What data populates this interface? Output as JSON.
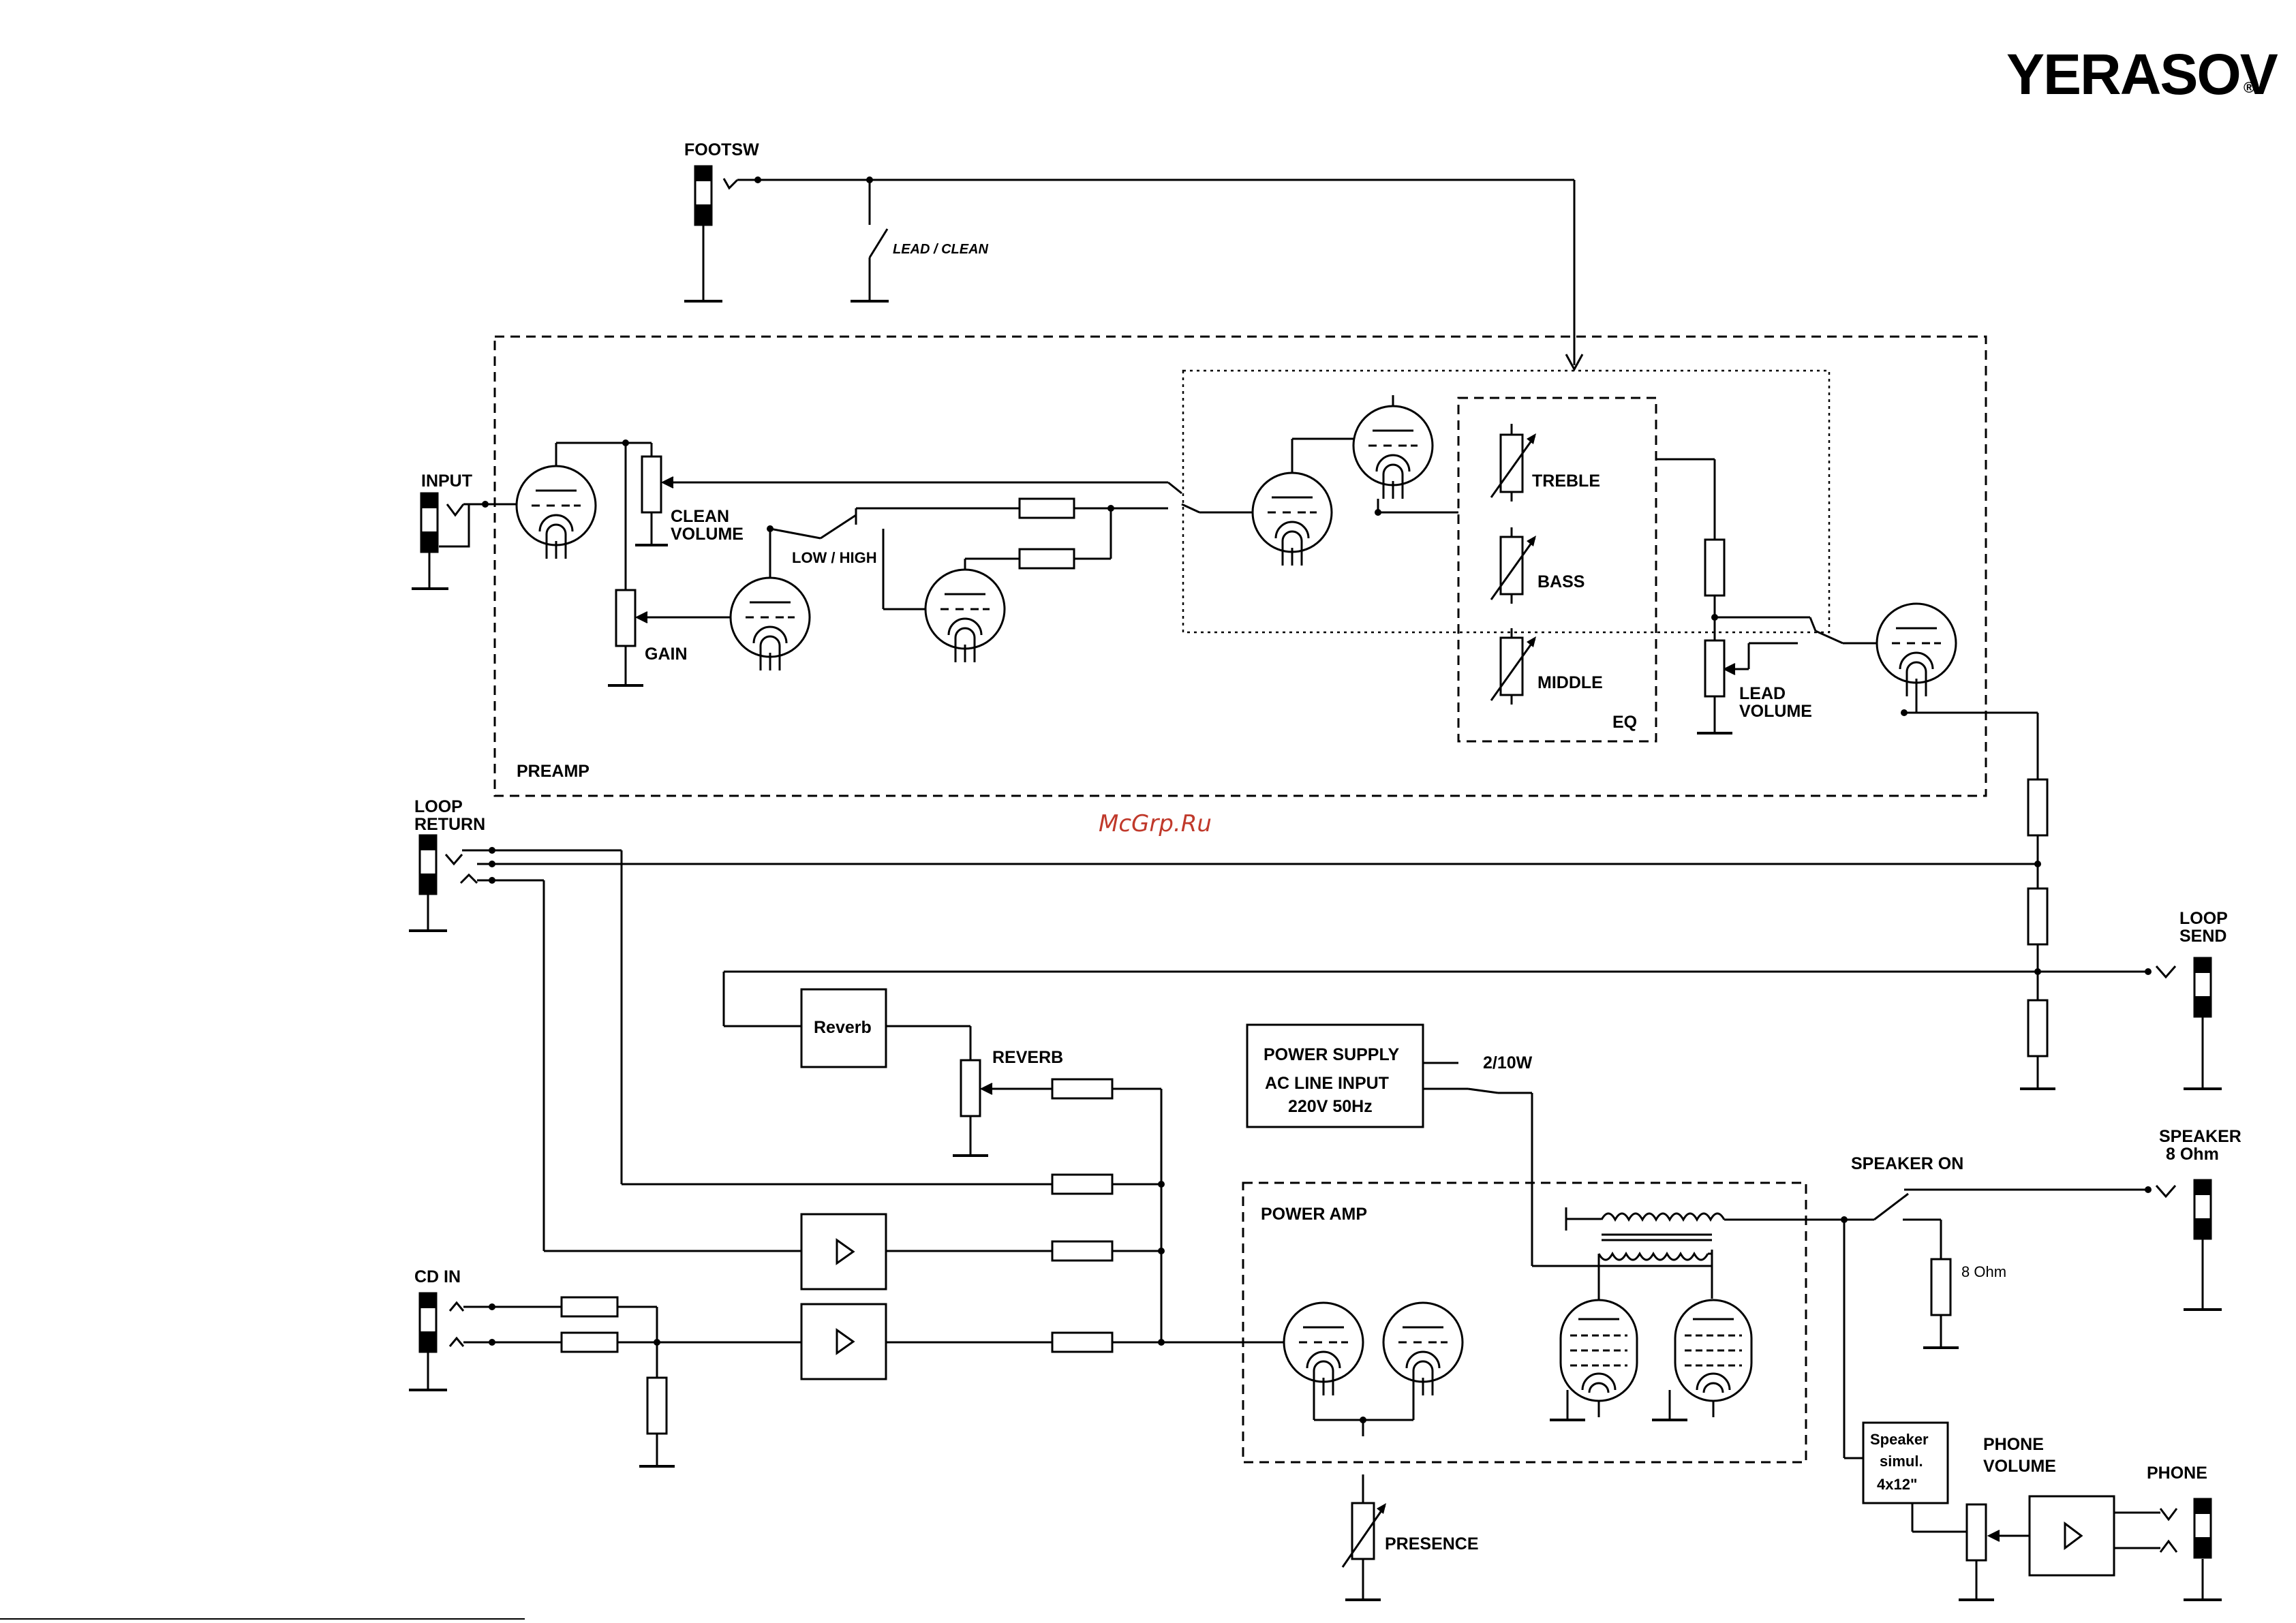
{
  "brand": {
    "logo": "YERASOV",
    "reg_mark": "®"
  },
  "watermark": "McGrp.Ru",
  "footswitch": {
    "label": "FOOTSW",
    "switch": "LEAD / CLEAN"
  },
  "preamp": {
    "title": "PREAMP",
    "input": "INPUT",
    "clean_volume": [
      "CLEAN",
      "VOLUME"
    ],
    "gain": "GAIN",
    "low_high": "LOW / HIGH",
    "eq": {
      "title": "EQ",
      "treble": "TREBLE",
      "bass": "BASS",
      "middle": "MIDDLE"
    },
    "lead_volume": [
      "LEAD",
      "VOLUME"
    ]
  },
  "loop_return": [
    "LOOP",
    "RETURN"
  ],
  "loop_send": [
    "LOOP",
    "SEND"
  ],
  "reverb_block": "Reverb",
  "reverb_pot": "REVERB",
  "power_supply": {
    "line1": "POWER SUPPLY",
    "line2": "AC LINE INPUT",
    "line3": "220V 50Hz",
    "switch": "2/10W"
  },
  "power_amp": {
    "title": "POWER AMP",
    "presence": "PRESENCE"
  },
  "cd_in": "CD IN",
  "speaker_on": "SPEAKER ON",
  "speaker_out": [
    "SPEAKER",
    "8 Ohm"
  ],
  "load_resistor": "8 Ohm",
  "speaker_sim": [
    "Speaker",
    "simul.",
    "4x12\""
  ],
  "phone_volume": [
    "PHONE",
    "VOLUME"
  ],
  "phone": "PHONE"
}
